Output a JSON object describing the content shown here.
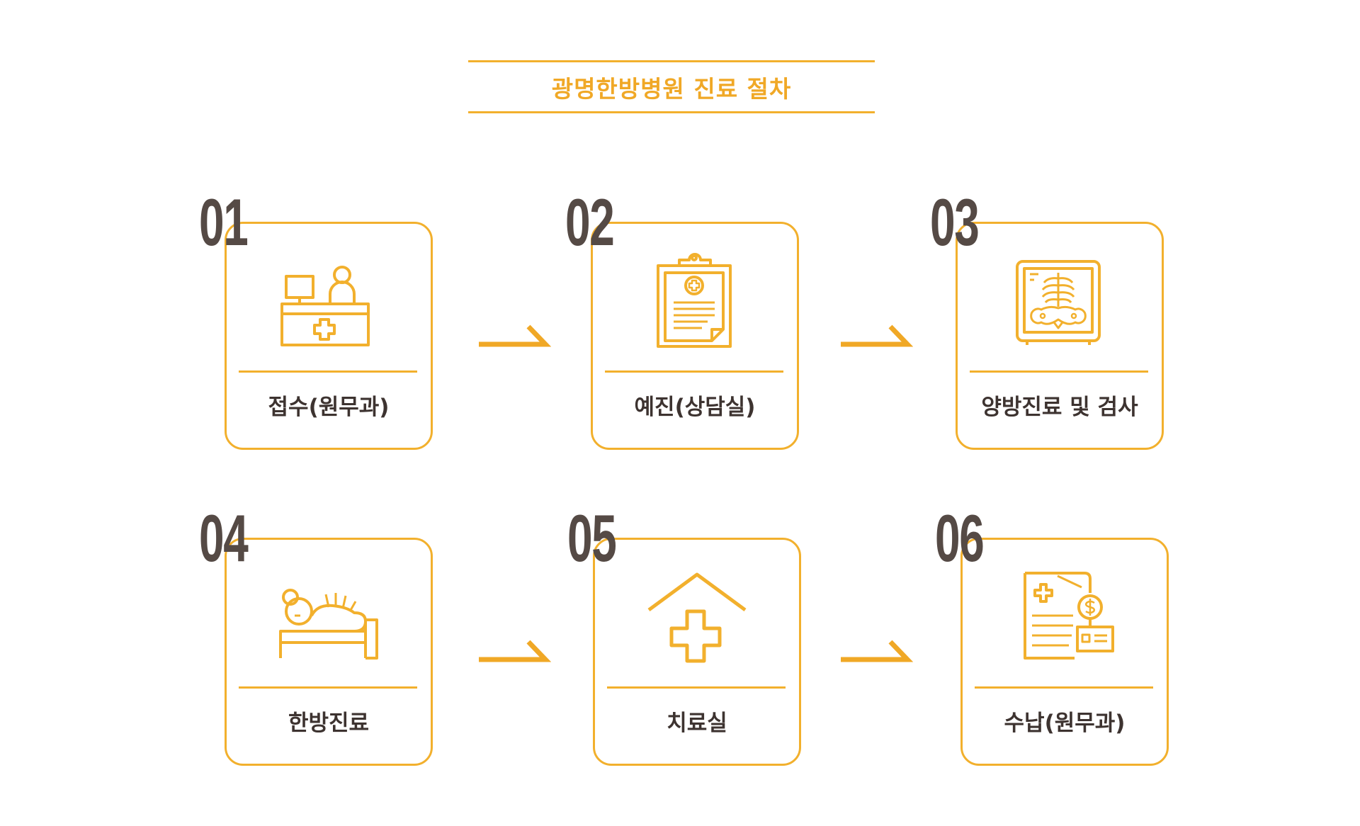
{
  "title": "광명한방병원 진료 절차",
  "steps": [
    {
      "number": "01",
      "label": "접수(원무과)",
      "icon": "reception-desk-icon"
    },
    {
      "number": "02",
      "label": "예진(상담실)",
      "icon": "medical-clipboard-icon"
    },
    {
      "number": "03",
      "label": "양방진료 및 검사",
      "icon": "xray-monitor-icon"
    },
    {
      "number": "04",
      "label": "한방진료",
      "icon": "acupuncture-patient-icon"
    },
    {
      "number": "05",
      "label": "치료실",
      "icon": "hospital-cross-icon"
    },
    {
      "number": "06",
      "label": "수납(원무과)",
      "icon": "medical-bill-icon"
    }
  ],
  "colors": {
    "accent": "#f2b02d",
    "number": "#554a45",
    "label": "#3d3330"
  }
}
